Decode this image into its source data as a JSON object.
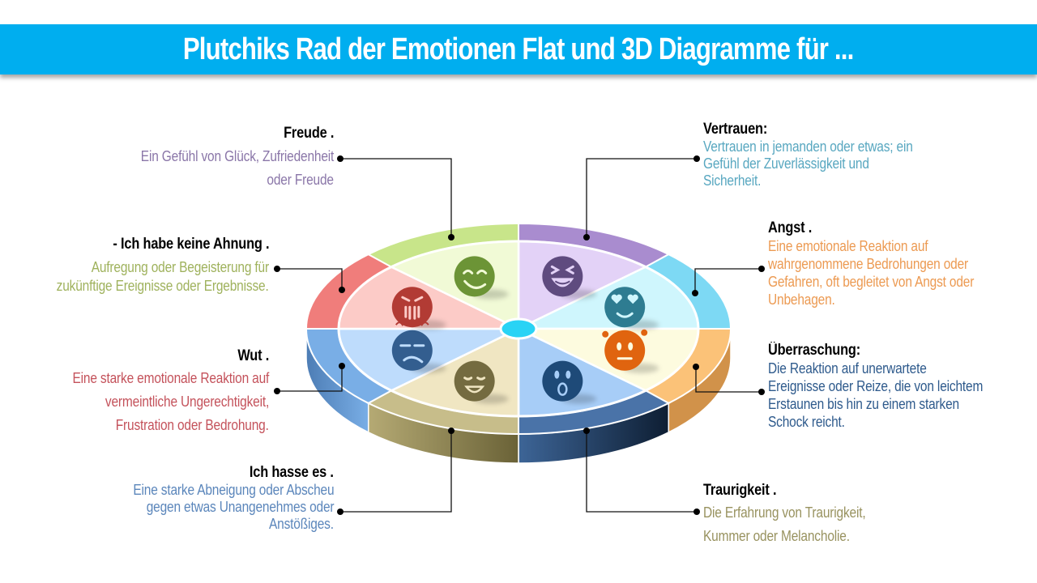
{
  "title": "Plutchiks Rad der Emotionen Flat und 3D Diagramme für ...",
  "colors": {
    "title_bar": "#00aeef",
    "hub": "#29d3f5"
  },
  "segments": [
    {
      "id": "freude",
      "icon": "laughing-face-icon",
      "outer": "#a98ccf",
      "inner": "#e3d2f7",
      "face": "#5f4b7f",
      "side": "#7d6399"
    },
    {
      "id": "vertrauen",
      "icon": "heart-eyes-face-icon",
      "outer": "#7dd9f4",
      "inner": "#cff6fd",
      "face": "#2e7c91",
      "side": "#5bb7d3"
    },
    {
      "id": "angst",
      "icon": "nervous-face-icon",
      "outer": "#fbc278",
      "inner": "#fdfbdf",
      "face": "#e0640f",
      "side": "#d1924a"
    },
    {
      "id": "ueberraschung",
      "icon": "surprised-face-icon",
      "outer": "#4a73a8",
      "inner": "#a7cdf7",
      "face": "#1e4a78",
      "side": "#142d4a"
    },
    {
      "id": "traurigkeit",
      "icon": "content-face-icon",
      "outer": "#c7bd8a",
      "inner": "#f0e6c2",
      "face": "#746b40",
      "side": "#7b7245"
    },
    {
      "id": "ich-hasse-es",
      "icon": "annoyed-face-icon",
      "outer": "#79aee6",
      "inner": "#bedcfc",
      "face": "#335e8f",
      "side": "#4d7eb8"
    },
    {
      "id": "wut",
      "icon": "angry-face-icon",
      "outer": "#f07d7b",
      "inner": "#fccbc7",
      "face": "#b23b34",
      "side": "#7e2e2c"
    },
    {
      "id": "keine-ahnung",
      "icon": "smirking-face-icon",
      "outer": "#c8e58a",
      "inner": "#f1fad6",
      "face": "#6c9436",
      "side": "#9bbb5c"
    }
  ],
  "labels": {
    "freude": {
      "title": "Freude .",
      "text": [
        "Ein Gefühl von Glück, Zufriedenheit",
        "oder Freude"
      ],
      "color": "#8a76a8"
    },
    "keine_ahnung": {
      "title": "- Ich habe keine Ahnung .",
      "text": [
        "Aufregung oder Begeisterung für",
        "zukünftige Ereignisse oder Ergebnisse."
      ],
      "color": "#9fb25d"
    },
    "wut": {
      "title": "Wut .",
      "text": [
        "Eine starke emotionale Reaktion auf",
        "vermeintliche Ungerechtigkeit,",
        "Frustration oder Bedrohung."
      ],
      "color": "#c4525b"
    },
    "hasse": {
      "title": "Ich hasse es .",
      "text": [
        "Eine starke Abneigung oder Abscheu",
        "gegen etwas Unangenehmes oder",
        "Anstößiges."
      ],
      "color": "#5b86bb"
    },
    "vertrauen": {
      "title": "Vertrauen:",
      "text": [
        "Vertrauen in jemanden oder etwas; ein",
        "Gefühl der Zuverlässigkeit und",
        "Sicherheit."
      ],
      "color": "#58a7c0"
    },
    "angst": {
      "title": "Angst .",
      "text": [
        "Eine emotionale Reaktion auf",
        "wahrgenommene Bedrohungen oder",
        "Gefahren, oft begleitet von Angst oder",
        "Unbehagen."
      ],
      "color": "#ec9a52"
    },
    "ueberraschung": {
      "title": "Überraschung:",
      "text": [
        "Die Reaktion auf unerwartete",
        "Ereignisse oder Reize, die von leichtem",
        "Erstaunen bis hin zu einem starken",
        "Schock reicht."
      ],
      "color": "#2e5a8c"
    },
    "traurigkeit": {
      "title": "Traurigkeit .",
      "text": [
        "Die Erfahrung von Traurigkeit,",
        "Kummer oder Melancholie."
      ],
      "color": "#98925f"
    }
  }
}
